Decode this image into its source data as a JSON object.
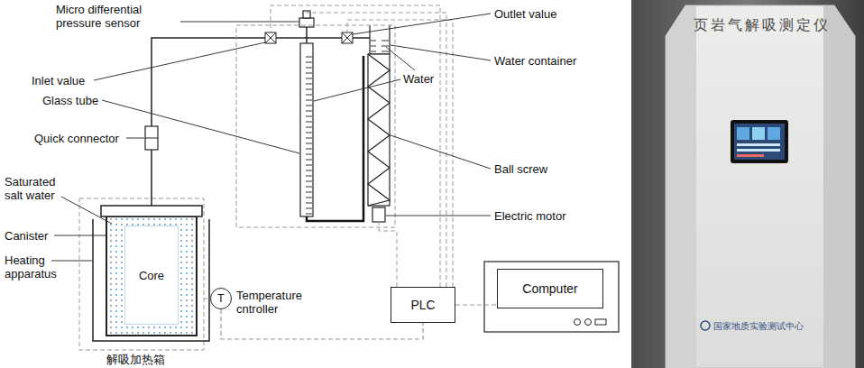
{
  "diagram": {
    "nodes": [
      {
        "text": [
          "Core"
        ]
      },
      {
        "text": [
          "T"
        ]
      },
      {
        "text": [
          "PLC"
        ]
      },
      {
        "text": [
          "Computer"
        ]
      }
    ],
    "edges": [
      {
        "from": 1,
        "to": 2,
        "arrow": "none"
      },
      {
        "from": 2,
        "to": 3,
        "arrow": "none"
      }
    ],
    "labels": [
      "Micro differential pressure sensor",
      "Outlet value",
      "Water container",
      "Inlet value",
      "Glass tube",
      "Water",
      "Ball screw",
      "Quick connector",
      "Electric motor",
      "Saturated salt water",
      "Canister",
      "Heating apparatus",
      "Temperature cntroller",
      "解吸加热箱",
      "页岩气解吸测定仪",
      "国家地质实验测试中心"
    ]
  }
}
